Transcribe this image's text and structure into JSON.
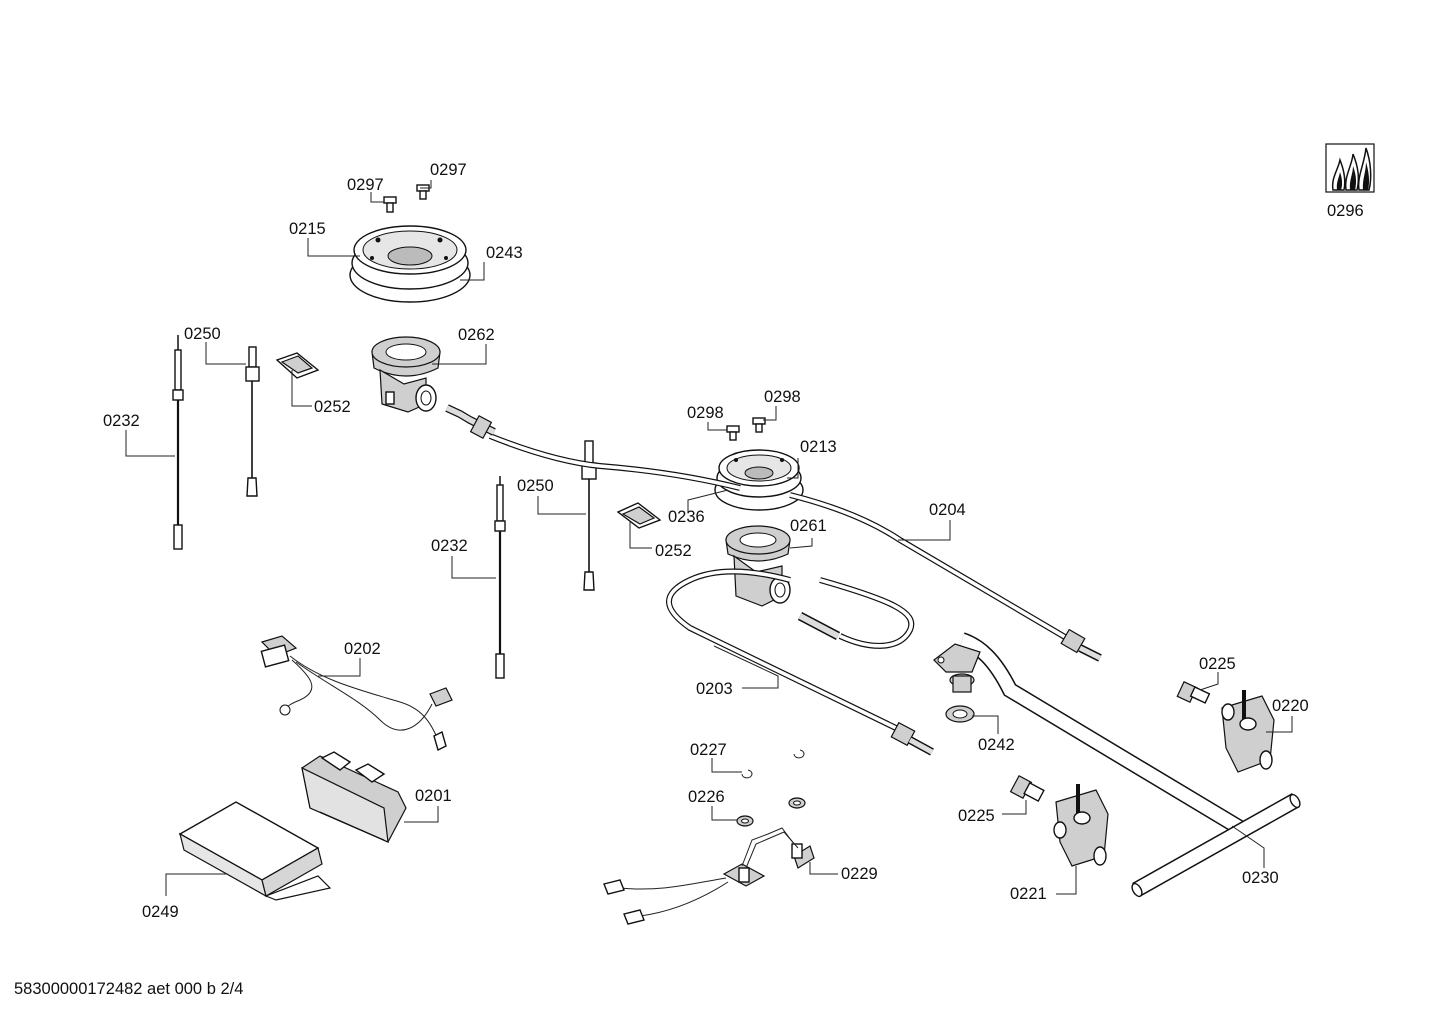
{
  "labels": {
    "p0297a": "0297",
    "p0297b": "0297",
    "p0215": "0215",
    "p0243": "0243",
    "p0250a": "0250",
    "p0262": "0262",
    "p0252a": "0252",
    "p0232a": "0232",
    "p0298a": "0298",
    "p0298b": "0298",
    "p0213": "0213",
    "p0250b": "0250",
    "p0236": "0236",
    "p0204": "0204",
    "p0261": "0261",
    "p0252b": "0252",
    "p0232b": "0232",
    "p0202": "0202",
    "p0203": "0203",
    "p0225a": "0225",
    "p0220": "0220",
    "p0242": "0242",
    "p0227": "0227",
    "p0201": "0201",
    "p0226": "0226",
    "p0225b": "0225",
    "p0229": "0229",
    "p0230": "0230",
    "p0221": "0221",
    "p0249": "0249",
    "p0296": "0296"
  },
  "footer": "58300000172482 aet 000 b 2/4",
  "icons": {
    "gas_symbol": "flames-icon"
  }
}
